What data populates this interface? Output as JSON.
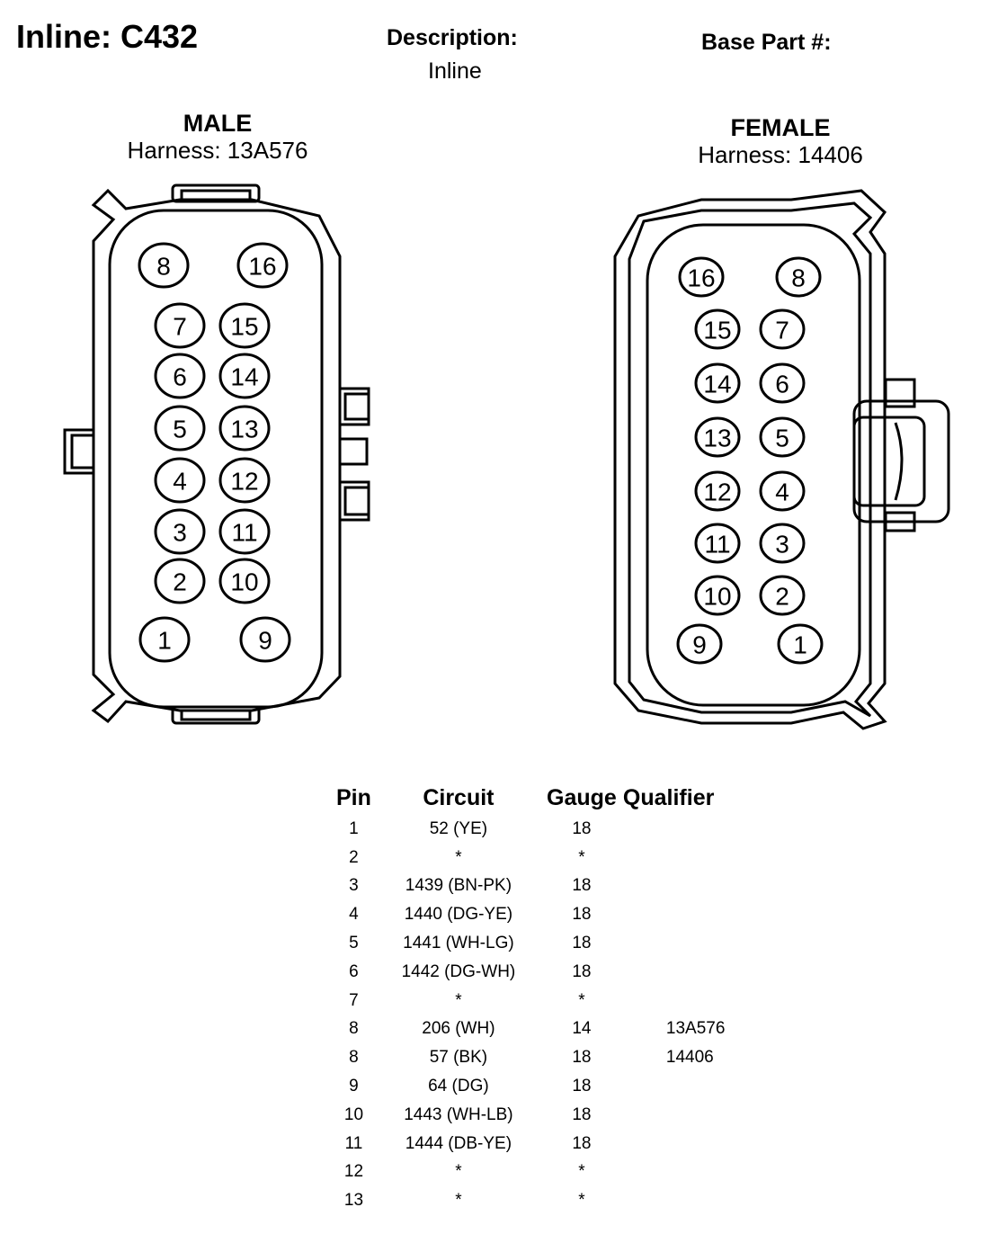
{
  "header": {
    "title": "Inline: C432",
    "description_label": "Description:",
    "description_value": "Inline",
    "base_part_label": "Base Part #:"
  },
  "male": {
    "gender": "MALE",
    "harness": "Harness: 13A576",
    "pins": [
      "1",
      "2",
      "3",
      "4",
      "5",
      "6",
      "7",
      "8",
      "9",
      "10",
      "11",
      "12",
      "13",
      "14",
      "15",
      "16"
    ]
  },
  "female": {
    "gender": "FEMALE",
    "harness": "Harness: 14406",
    "pins": [
      "1",
      "2",
      "3",
      "4",
      "5",
      "6",
      "7",
      "8",
      "9",
      "10",
      "11",
      "12",
      "13",
      "14",
      "15",
      "16"
    ]
  },
  "table": {
    "headers": {
      "pin": "Pin",
      "circuit": "Circuit",
      "gauge": "Gauge",
      "qualifier": "Qualifier"
    },
    "rows": [
      {
        "pin": "1",
        "circuit": "52 (YE)",
        "gauge": "18",
        "qualifier": ""
      },
      {
        "pin": "2",
        "circuit": "*",
        "gauge": "*",
        "qualifier": ""
      },
      {
        "pin": "3",
        "circuit": "1439 (BN-PK)",
        "gauge": "18",
        "qualifier": ""
      },
      {
        "pin": "4",
        "circuit": "1440 (DG-YE)",
        "gauge": "18",
        "qualifier": ""
      },
      {
        "pin": "5",
        "circuit": "1441 (WH-LG)",
        "gauge": "18",
        "qualifier": ""
      },
      {
        "pin": "6",
        "circuit": "1442 (DG-WH)",
        "gauge": "18",
        "qualifier": ""
      },
      {
        "pin": "7",
        "circuit": "*",
        "gauge": "*",
        "qualifier": ""
      },
      {
        "pin": "8",
        "circuit": "206 (WH)",
        "gauge": "14",
        "qualifier": "13A576"
      },
      {
        "pin": "8",
        "circuit": "57 (BK)",
        "gauge": "18",
        "qualifier": "14406"
      },
      {
        "pin": "9",
        "circuit": "64 (DG)",
        "gauge": "18",
        "qualifier": ""
      },
      {
        "pin": "10",
        "circuit": "1443 (WH-LB)",
        "gauge": "18",
        "qualifier": ""
      },
      {
        "pin": "11",
        "circuit": "1444 (DB-YE)",
        "gauge": "18",
        "qualifier": ""
      },
      {
        "pin": "12",
        "circuit": "*",
        "gauge": "*",
        "qualifier": ""
      },
      {
        "pin": "13",
        "circuit": "*",
        "gauge": "*",
        "qualifier": ""
      }
    ]
  }
}
